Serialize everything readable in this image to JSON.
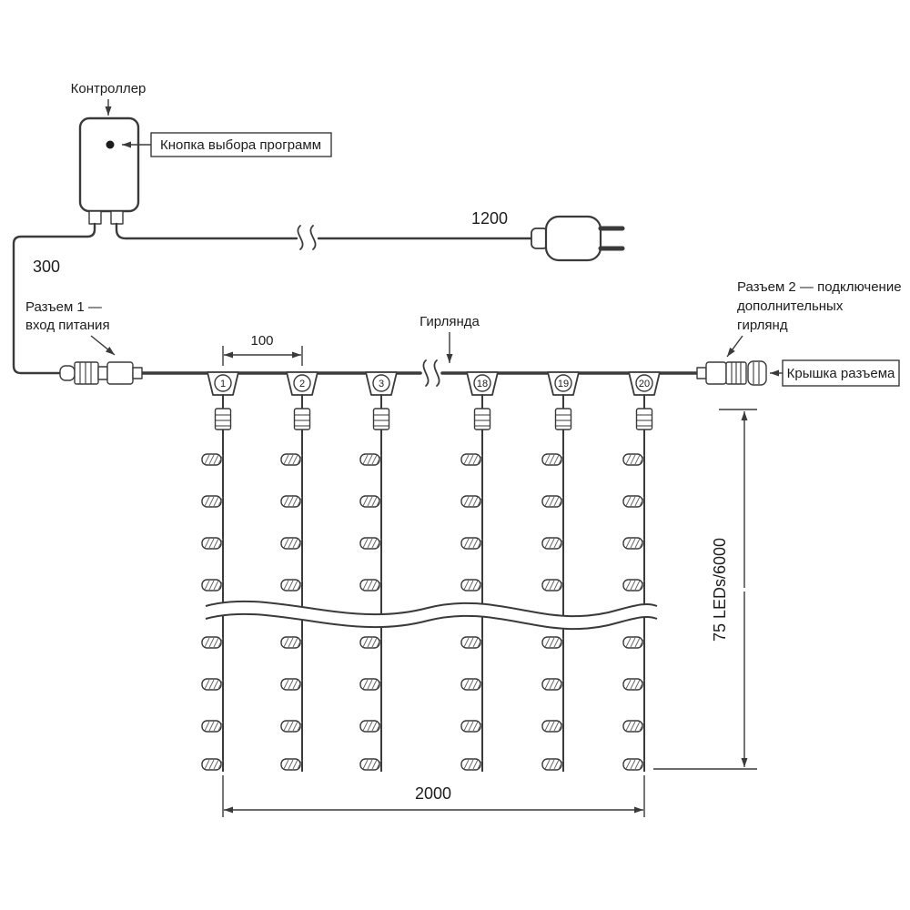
{
  "diagram": {
    "controller": {
      "label": "Контроллер",
      "button_label": "Кнопка выбора программ"
    },
    "dimensions": {
      "power_cord": "1200",
      "controller_lead": "300",
      "drop_spacing": "100",
      "curtain_width": "2000",
      "curtain_height": "75 LEDs/6000"
    },
    "connector1": {
      "line1": "Разъем 1 —",
      "line2": "вход питания"
    },
    "connector2": {
      "line1": "Разъем 2 — подключение",
      "line2": "дополнительных",
      "line3": "гирлянд"
    },
    "cap_label": "Крышка разъема",
    "garland_label": "Гирлянда",
    "drops_left": [
      "1",
      "2",
      "3"
    ],
    "drops_right": [
      "18",
      "19",
      "20"
    ]
  }
}
